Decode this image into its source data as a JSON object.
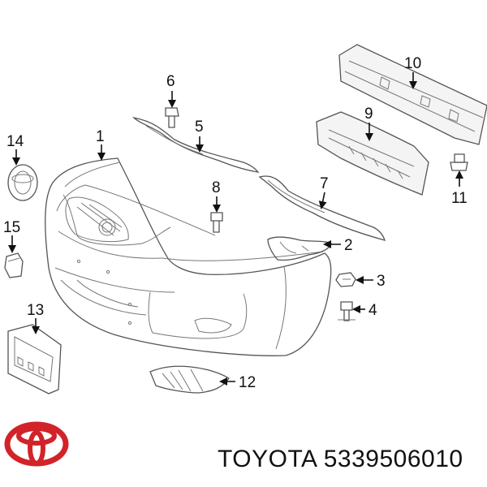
{
  "footer": {
    "part_label": "TOYOTA 5339506010"
  },
  "logo": {
    "name": "toyota-logo",
    "color": "#d2232a"
  },
  "callouts": [
    "1",
    "2",
    "3",
    "4",
    "5",
    "6",
    "7",
    "8",
    "9",
    "10",
    "11",
    "12",
    "13",
    "14",
    "15"
  ]
}
